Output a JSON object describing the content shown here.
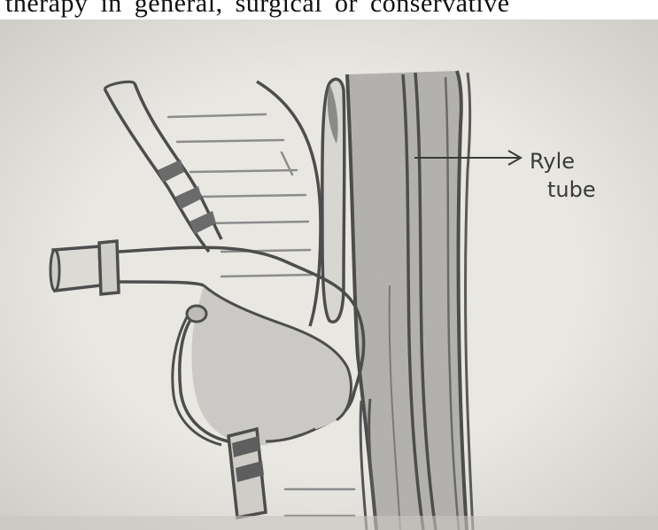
{
  "document": {
    "text_fragment": "therapy in general, surgical or conservative"
  },
  "diagram": {
    "labels": [
      {
        "id": "ryle-tube",
        "lines": [
          "Ryle",
          "tube"
        ]
      }
    ]
  },
  "colors": {
    "paper": "#e6e4df",
    "pencil": "#4a4a4a",
    "shading": "#9a9a9a"
  }
}
